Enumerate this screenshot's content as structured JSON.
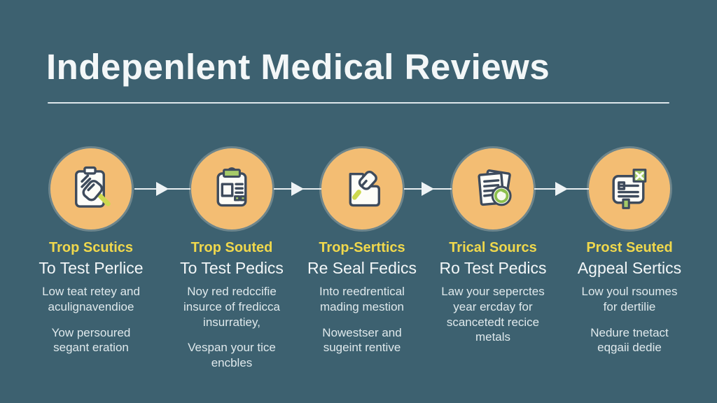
{
  "title": "Indepenlent Medical Reviews",
  "colors": {
    "background": "#3d6170",
    "circle": "#f3bd73",
    "heading_yellow": "#f0d84c",
    "text_white": "#f3f7f8",
    "accent_green": "#a5ca68"
  },
  "steps": [
    {
      "icon": "clipboard-magnifier-icon",
      "heading": "Trop Scutics",
      "subheading": "To Test Perlice",
      "body1": "Low teat retey and\naculignavendioe",
      "body2": "Yow persoured\nsegant eration"
    },
    {
      "icon": "medical-form-icon",
      "heading": "Trop Souted",
      "subheading": "To Test Pedics",
      "body1": "Noy red redccifie\ninsurce of fredicca\ninsurratiey,",
      "body2": "Vespan your tice\nencbles"
    },
    {
      "icon": "document-pen-icon",
      "heading": "Trop-Serttics",
      "subheading": "Re Seal Fedics",
      "body1": "Into reedrentical\nmading mestion",
      "body2": "Nowestser and\nsugeint rentive"
    },
    {
      "icon": "documents-badge-icon",
      "heading": "Trical Sourcs",
      "subheading": "Ro Test Pedics",
      "body1": "Law your seperctes\nyear ercday for\nscancetedt recice\nmetals",
      "body2": ""
    },
    {
      "icon": "document-checkbox-icon",
      "heading": "Prost Seuted",
      "subheading": "Agpeal Sertics",
      "body1": "Low youl rsoumes\nfor dertilie",
      "body2": "Nedure tnetact\neqgaii dedie"
    }
  ]
}
